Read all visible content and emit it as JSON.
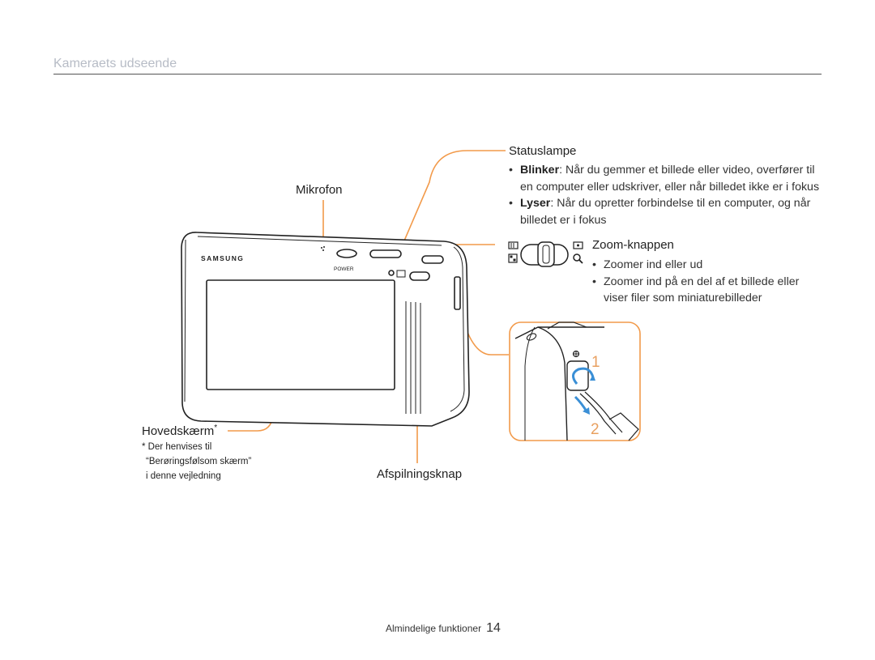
{
  "page": {
    "section_title": "Kameraets udseende",
    "footer_section": "Almindelige funktioner",
    "page_number": "14"
  },
  "camera": {
    "brand": "SAMSUNG",
    "power_label": "POWER"
  },
  "callouts": {
    "mikrofon": "Mikrofon",
    "statuslampe": {
      "title": "Statuslampe",
      "blinker_term": "Blinker",
      "blinker_text_1": ": Når du gemmer et billede eller video, overfører til",
      "blinker_text_2": "en computer eller udskriver, eller når billedet ikke er i fokus",
      "lyser_term": "Lyser",
      "lyser_text_1": ": Når du opretter forbindelse til en computer, og når",
      "lyser_text_2": "billedet er i fokus"
    },
    "zoom": {
      "title": "Zoom-knappen",
      "item_1": "Zoomer ind eller ud",
      "item_2_line_1": "Zoomer ind på en del af et billede eller",
      "item_2_line_2": "viser filer som miniaturebilleder"
    },
    "hovedskaerm": {
      "title": "Hovedskærm",
      "asterisk": "*",
      "note_1": "* Der henvises til",
      "note_2": "“Berøringsfølsom skærm”",
      "note_3": "i denne vejledning"
    },
    "afspilning": "Afspilningsknap",
    "strap_step_1": "1",
    "strap_step_2": "2"
  },
  "colors": {
    "callout_orange": "#f29a4a",
    "strap_step_orange": "#e8a060",
    "section_title_gray": "#b7bcc6",
    "arrow_blue": "#3a8fd6"
  }
}
